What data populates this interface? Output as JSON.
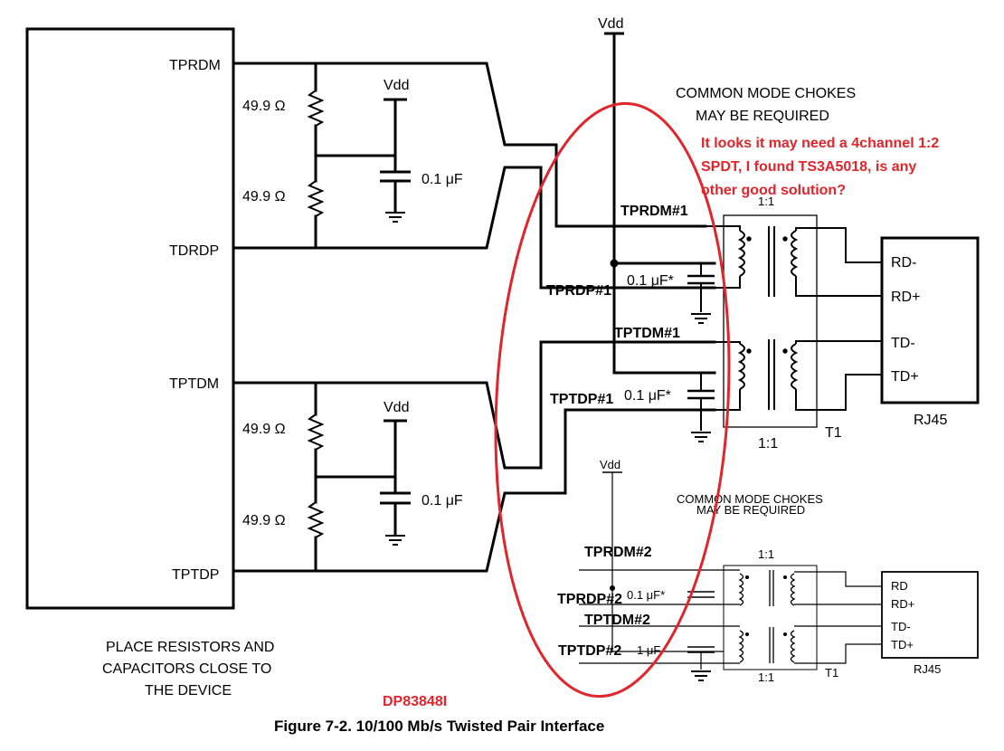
{
  "device": {
    "pins": [
      "TPRDM",
      "TDRDP",
      "TPTDM",
      "TPTDP"
    ],
    "note_lines": [
      "PLACE RESISTORS AND",
      "CAPACITORS CLOSE TO",
      "THE DEVICE"
    ],
    "part_name": "DP83848I"
  },
  "termination": {
    "resistor_label": "49.9 Ω",
    "cap_label": "0.1 μF",
    "vdd": "Vdd"
  },
  "magnetics_top": {
    "vdd": "Vdd",
    "chokes_lines": [
      "COMMON MODE CHOKES",
      "MAY BE REQUIRED"
    ],
    "ratio": "1:1",
    "cap_label": "0.1 μF*",
    "transformer": "T1",
    "connector": "RJ45",
    "rj_pins": [
      "RD-",
      "RD+",
      "TD-",
      "TD+"
    ],
    "nets": [
      "TPRDM#1",
      "TPRDP#1",
      "TPTDM#1",
      "TPTDP#1"
    ]
  },
  "magnetics_bottom": {
    "vdd": "Vdd",
    "chokes_lines": [
      "COMMON MODE CHOKES",
      "MAY BE REQUIRED"
    ],
    "ratio": "1:1",
    "cap_label": "0.1 μF*",
    "cap_label_2": "1 μF",
    "transformer": "T1",
    "connector": "RJ45",
    "rj_pins": [
      "RD",
      "RD+",
      "TD-",
      "TD+"
    ],
    "nets": [
      "TPRDM#2",
      "TPRDP#2",
      "TPTDM#2",
      "TPTDP#2"
    ]
  },
  "annotation": {
    "lines": [
      "It looks it may need a 4channel 1:2",
      "SPDT, I found TS3A5018, is any",
      "other good solution?"
    ]
  },
  "caption": "Figure 7-2. 10/100 Mb/s Twisted Pair Interface"
}
